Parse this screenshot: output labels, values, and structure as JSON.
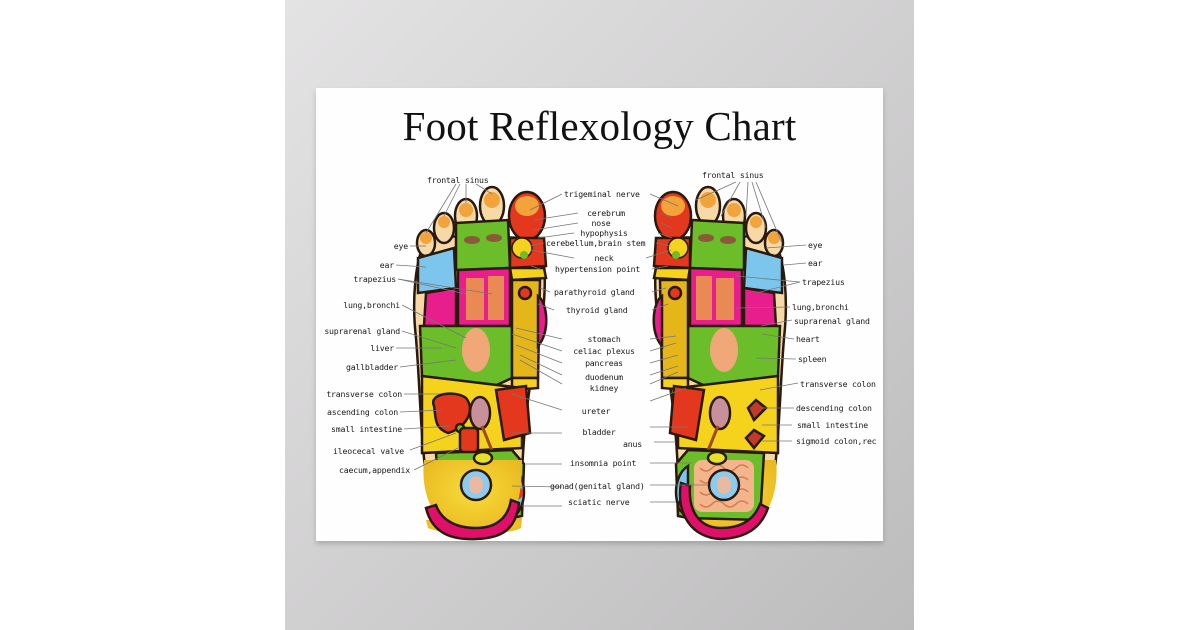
{
  "poster": {
    "title": "Foot Reflexology Chart"
  },
  "colors": {
    "backdrop": "#cfcecf",
    "paper": "#fefefe",
    "outline": "#2a1a0e",
    "skin": "#f7d9a8",
    "toe_tip": "#f2a33a",
    "green": "#6cbd2a",
    "magenta": "#e81e8c",
    "light_blue": "#7cc6ee",
    "yellow": "#f5d21c",
    "red": "#e02a1c",
    "heel_pink": "#e0106a"
  },
  "labels": {
    "left": [
      {
        "text": "frontal sinus"
      },
      {
        "text": "eye"
      },
      {
        "text": "ear"
      },
      {
        "text": "trapezius"
      },
      {
        "text": "lung,bronchi"
      },
      {
        "text": "suprarenal gland"
      },
      {
        "text": "liver"
      },
      {
        "text": "gallbladder"
      },
      {
        "text": "transverse colon"
      },
      {
        "text": "ascending colon"
      },
      {
        "text": "small intestine"
      },
      {
        "text": "ileocecal valve"
      },
      {
        "text": "caecum,appendix"
      }
    ],
    "center": [
      {
        "text": "trigeminal nerve"
      },
      {
        "text": "cerebrum"
      },
      {
        "text": "nose"
      },
      {
        "text": "hypophysis"
      },
      {
        "text": "cerebellum,brain stem"
      },
      {
        "text": "neck"
      },
      {
        "text": "hypertension point"
      },
      {
        "text": "parathyroid gland"
      },
      {
        "text": "thyroid gland"
      },
      {
        "text": "stomach"
      },
      {
        "text": "celiac plexus"
      },
      {
        "text": "pancreas"
      },
      {
        "text": "duodenum"
      },
      {
        "text": "kidney"
      },
      {
        "text": "ureter"
      },
      {
        "text": "bladder"
      },
      {
        "text": "anus"
      },
      {
        "text": "insomnia point"
      },
      {
        "text": "gonad(genital gland)"
      },
      {
        "text": "sciatic nerve"
      }
    ],
    "right": [
      {
        "text": "frontal sinus"
      },
      {
        "text": "eye"
      },
      {
        "text": "ear"
      },
      {
        "text": "trapezius"
      },
      {
        "text": "lung,bronchi"
      },
      {
        "text": "suprarenal gland"
      },
      {
        "text": "heart"
      },
      {
        "text": "spleen"
      },
      {
        "text": "transverse colon"
      },
      {
        "text": "descending colon"
      },
      {
        "text": "small intestine"
      },
      {
        "text": "sigmoid colon,rec"
      }
    ]
  }
}
